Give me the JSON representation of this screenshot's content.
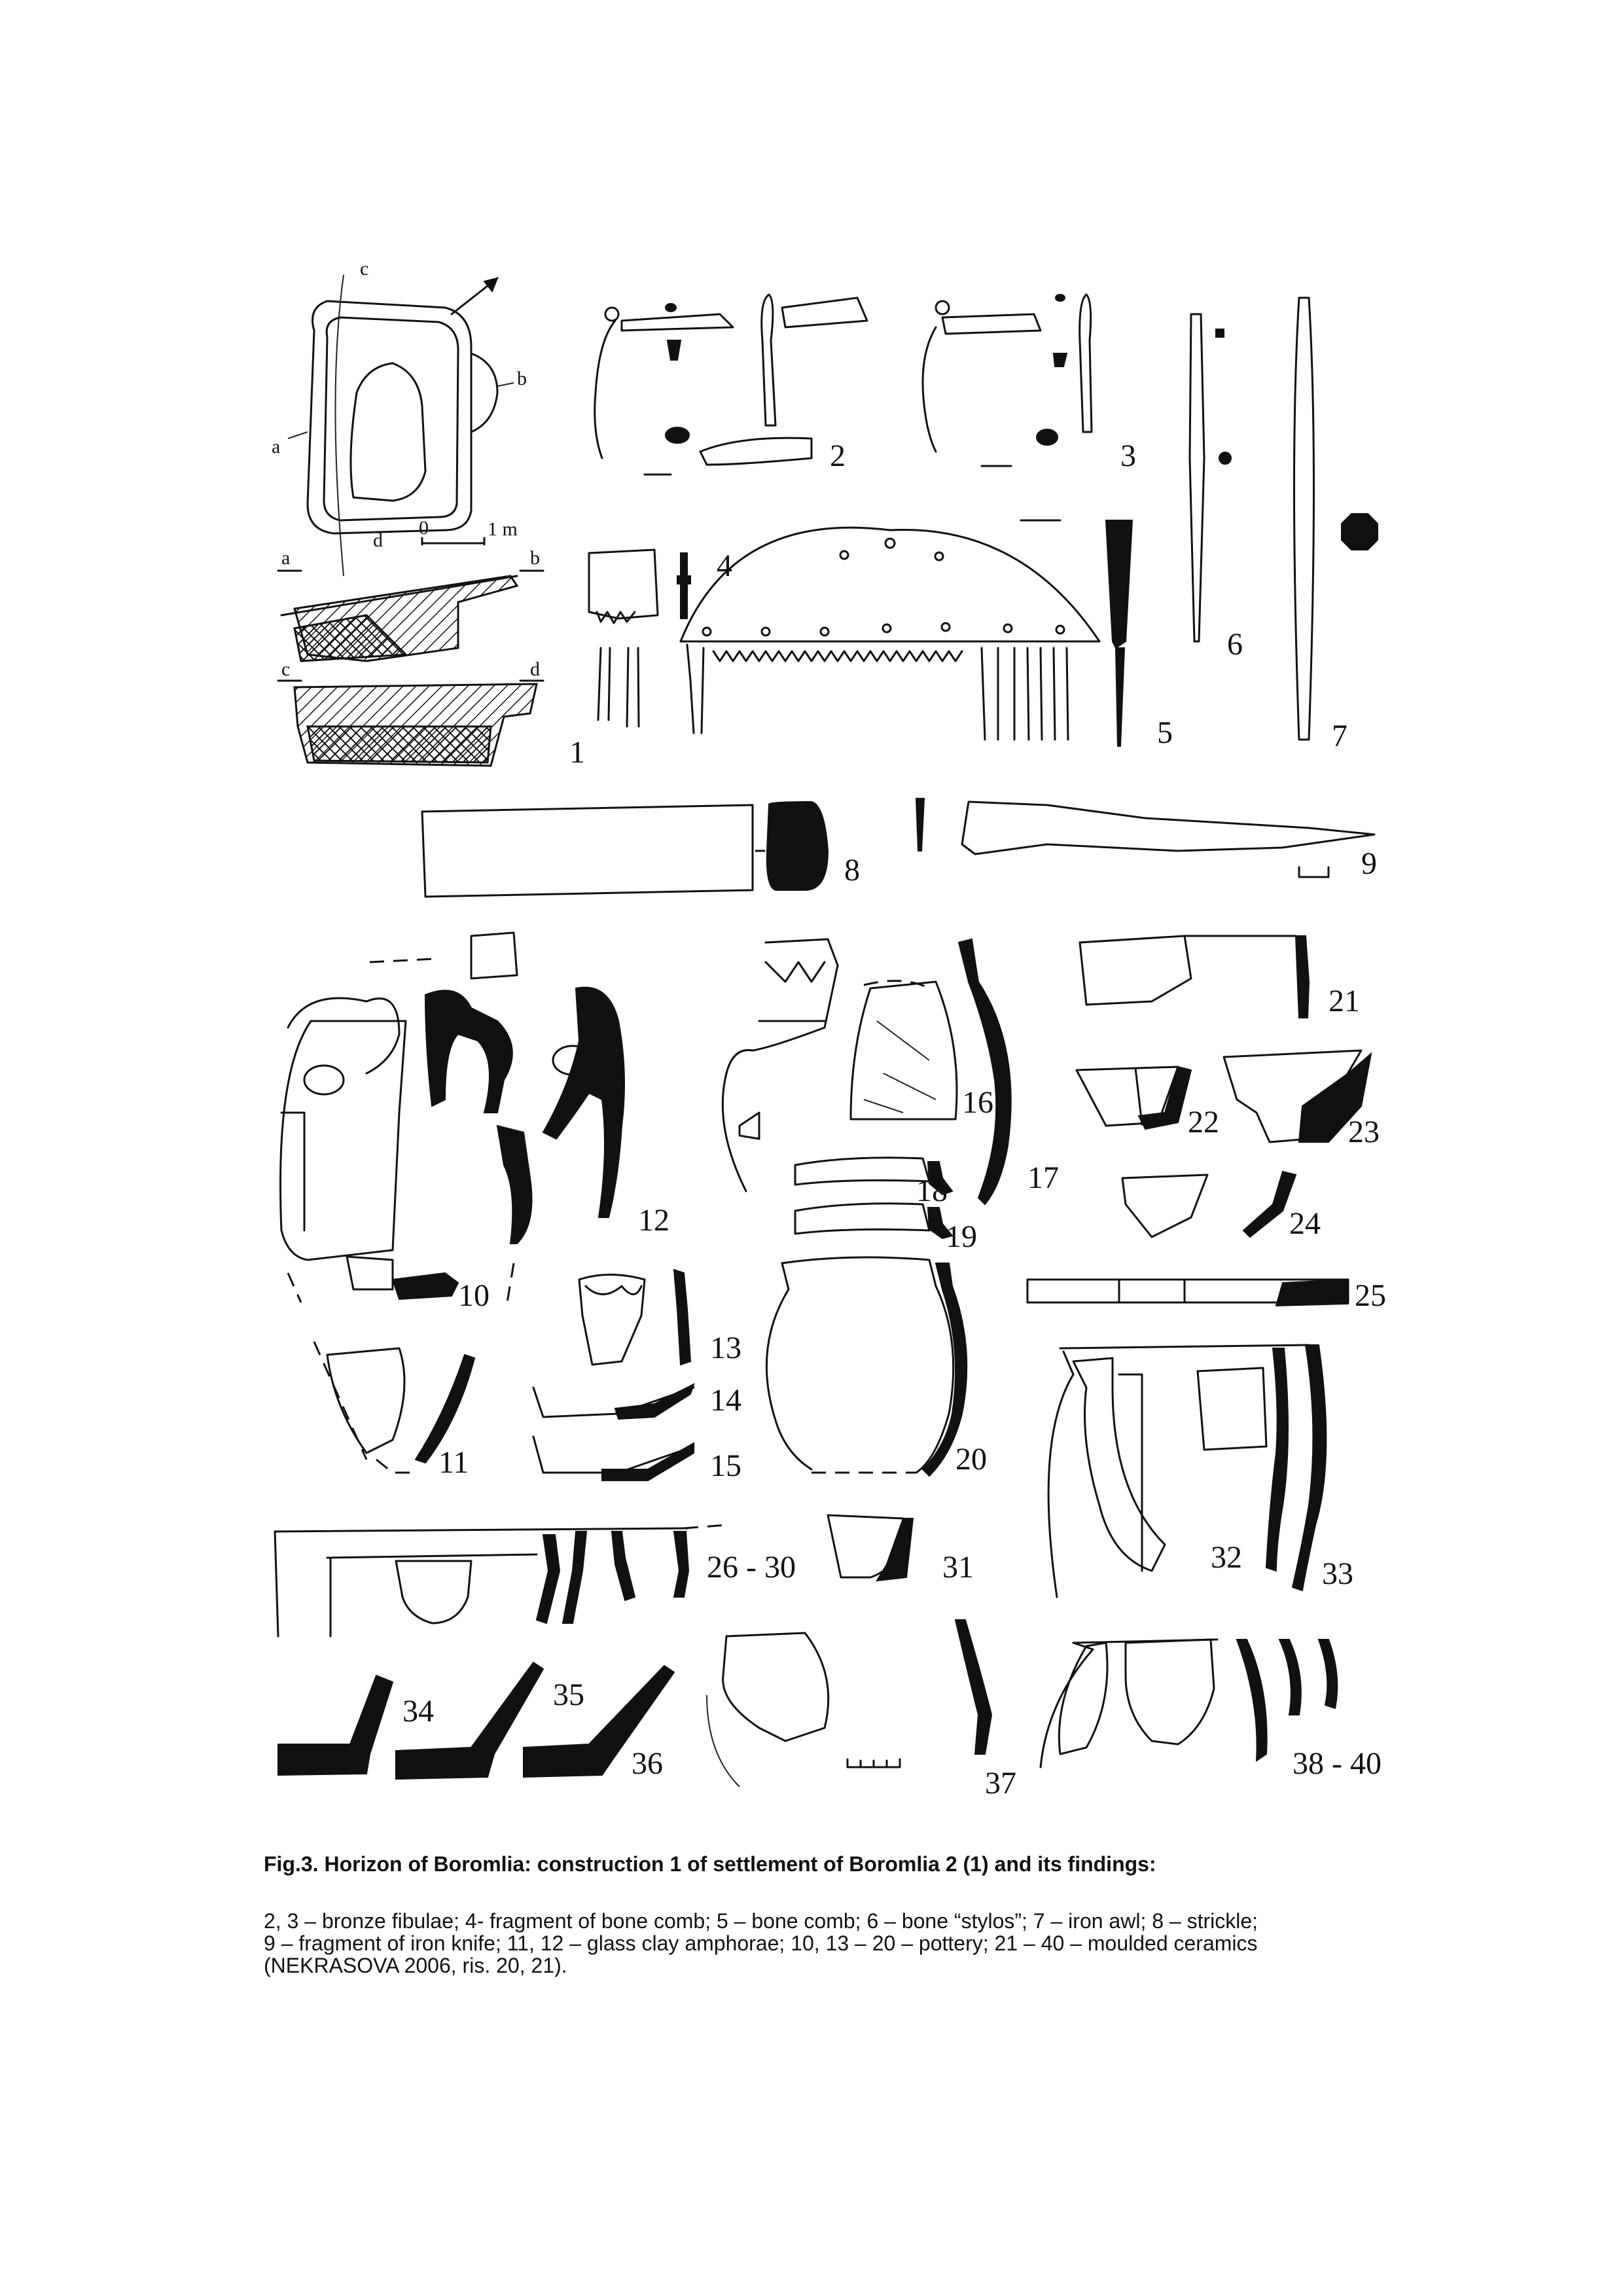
{
  "figure": {
    "labels": {
      "n1": "1",
      "n2": "2",
      "n3": "3",
      "n4": "4",
      "n5": "5",
      "n6": "6",
      "n7": "7",
      "n8": "8",
      "n9": "9",
      "n10": "10",
      "n11": "11",
      "n12": "12",
      "n13": "13",
      "n14": "14",
      "n15": "15",
      "n16": "16",
      "n17": "17",
      "n18": "18",
      "n19": "19",
      "n20": "20",
      "n21": "21",
      "n22": "22",
      "n23": "23",
      "n24": "24",
      "n25": "25",
      "n26_30": "26 - 30",
      "n31": "31",
      "n32": "32",
      "n33": "33",
      "n34": "34",
      "n35": "35",
      "n36": "36",
      "n37": "37",
      "n38_40": "38 - 40"
    },
    "plan_letters": {
      "a": "a",
      "b": "b",
      "c": "c",
      "d": "d",
      "scale": "1 m",
      "zero": "0"
    },
    "section_letters": {
      "a": "a",
      "b": "b",
      "c": "c",
      "d": "d"
    }
  },
  "caption": {
    "title": "Fig.3. Horizon of Boromlia: construction 1 of settlement of Boromlia 2 (1) and its findings:",
    "lines": [
      "2, 3 – bronze fibulae; 4- fragment of bone comb; 5 – bone comb; 6 – bone “stylos”; 7 – iron awl; 8 – strickle;",
      "9 – fragment of iron knife; 11, 12 – glass clay amphorae; 10, 13 – 20 – pottery; 21 – 40 – moulded ceramics",
      "(NEKRASOVA 2006, ris. 20, 21)."
    ]
  }
}
